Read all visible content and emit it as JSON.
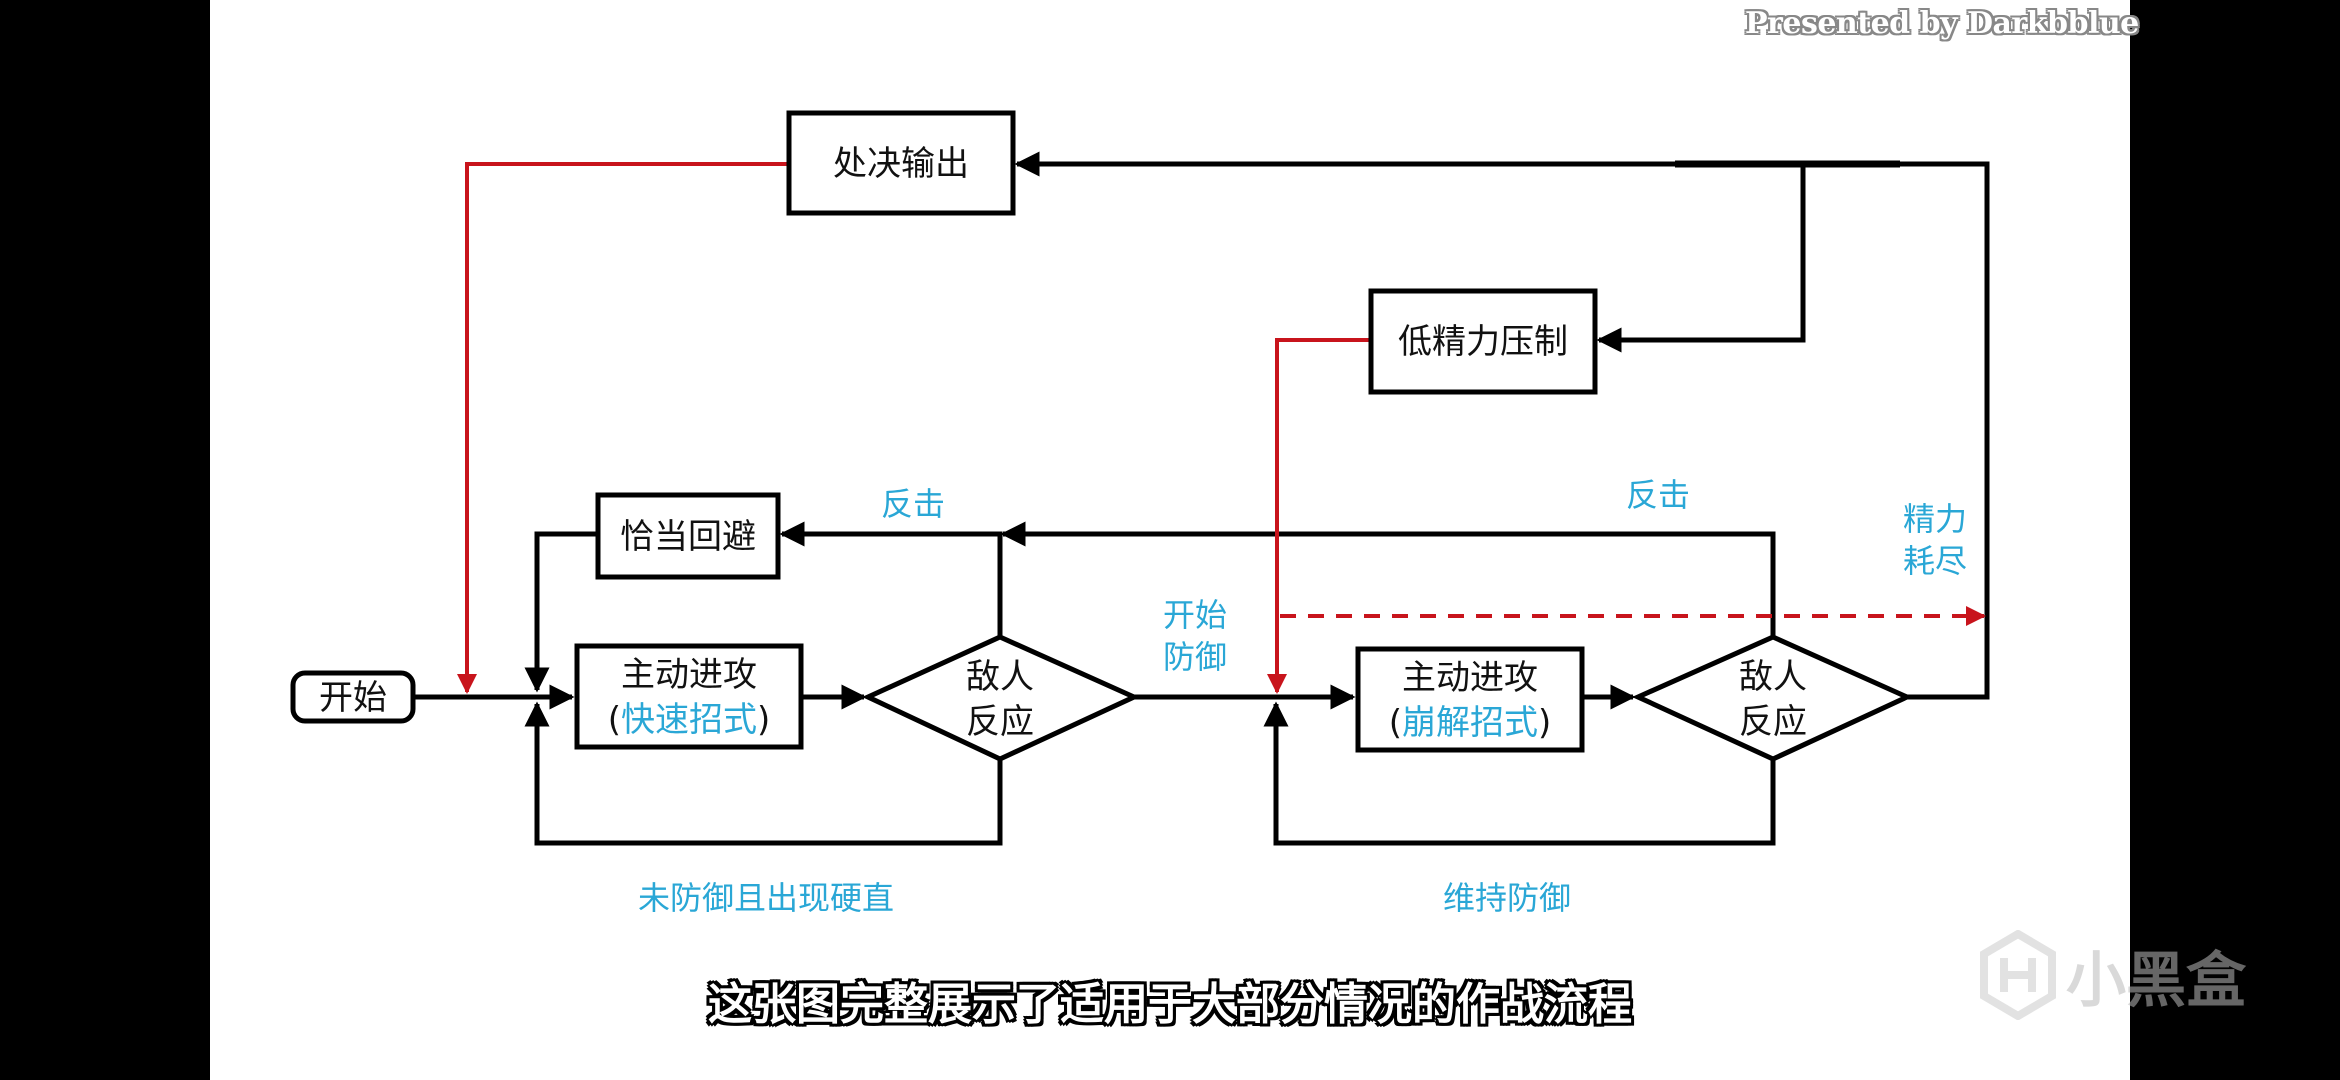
{
  "credit": "Presented by Darkbblue",
  "subtitle": "这张图完整展示了适用于大部分情况的作战流程",
  "watermark": {
    "text": "小黑盒",
    "icon": "heybox-logo-icon"
  },
  "colors": {
    "line": "#000000",
    "red": "#c8141c",
    "cyan": "#2aa7d6"
  },
  "nodes": {
    "start": "开始",
    "execution": "处决输出",
    "low_stamina": "低精力压制",
    "dodge": "恰当回避",
    "attack1": {
      "line1": "主动进攻",
      "paren_open": "(",
      "skill": "快速招式",
      "paren_close": ")"
    },
    "reaction1": {
      "line1": "敌人",
      "line2": "反应"
    },
    "attack2": {
      "line1": "主动进攻",
      "paren_open": "(",
      "skill": "崩解招式",
      "paren_close": ")"
    },
    "reaction2": {
      "line1": "敌人",
      "line2": "反应"
    }
  },
  "edge_labels": {
    "counter1": "反击",
    "counter2": "反击",
    "stamina_depleted": {
      "line1": "精力",
      "line2": "耗尽"
    },
    "start_defense": {
      "line1": "开始",
      "line2": "防御"
    },
    "no_defense_stagger": "未防御且出现硬直",
    "keep_defense": "维持防御"
  }
}
